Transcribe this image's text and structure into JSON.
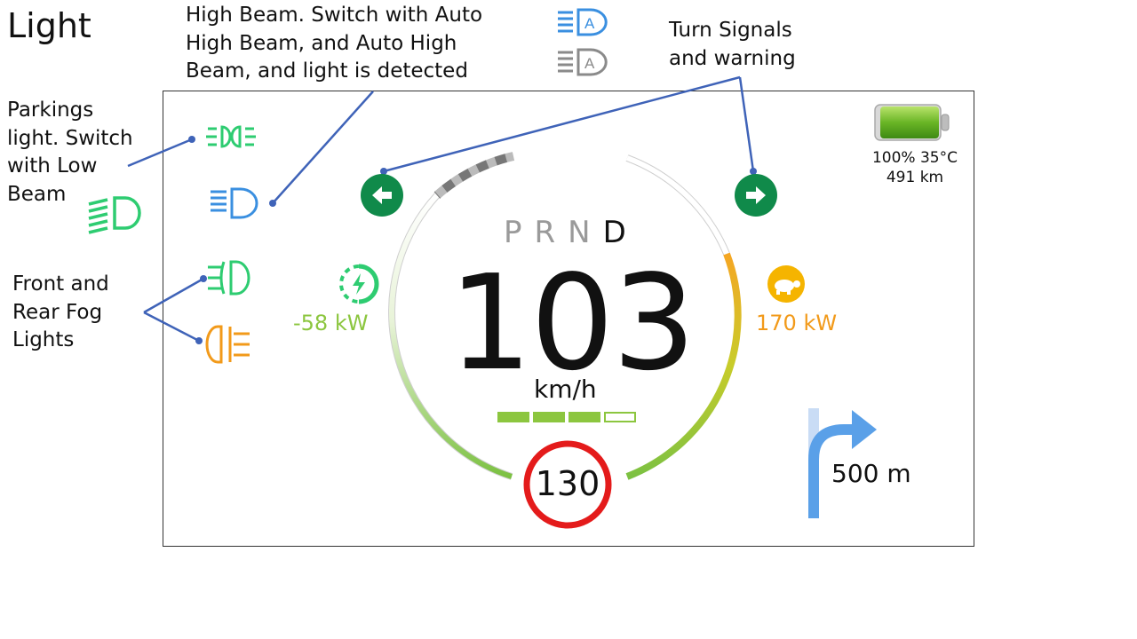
{
  "title": "Light",
  "notes": {
    "high_beam": [
      "High Beam. Switch with Auto",
      "High Beam, and Auto High",
      "Beam, and light is detected"
    ],
    "turn_signals": [
      "Turn Signals",
      "and warning"
    ],
    "parking": [
      "Parkings",
      "light. Switch",
      "with Low",
      "Beam"
    ],
    "fog": [
      "Front and",
      "Rear Fog",
      "Lights"
    ]
  },
  "dashboard": {
    "gear": {
      "inactive": [
        "P",
        "R",
        "N"
      ],
      "active": "D"
    },
    "speed": "103",
    "speed_unit": "km/h",
    "regen_power": "-58 kW",
    "max_power": "170 kW",
    "speed_limit": "130",
    "battery": {
      "line1": "100%  35°C",
      "line2": "491 km",
      "level": 1.0
    },
    "navigation": {
      "distance": "500 m",
      "direction": "turn-right"
    },
    "speed_bar": {
      "filled": 3,
      "total": 4
    }
  },
  "icons": [
    "high-beam-auto-icon",
    "high-beam-auto-inactive-icon",
    "parking-light-icon",
    "high-beam-icon",
    "low-beam-icon",
    "front-fog-icon",
    "rear-fog-icon",
    "turn-left-icon",
    "turn-right-icon",
    "regen-icon",
    "turtle-icon",
    "battery-icon",
    "nav-arrow-icon"
  ],
  "colors": {
    "green": "#2ecc71",
    "blue": "#3a8fe0",
    "orange": "#f29a1a",
    "amber": "#f5b400",
    "red": "#e41b1b",
    "nav_blue": "#5aa0e8",
    "callout": "#3f63b8",
    "dark_green": "#108a4a",
    "regen_green": "#8cc63f"
  }
}
